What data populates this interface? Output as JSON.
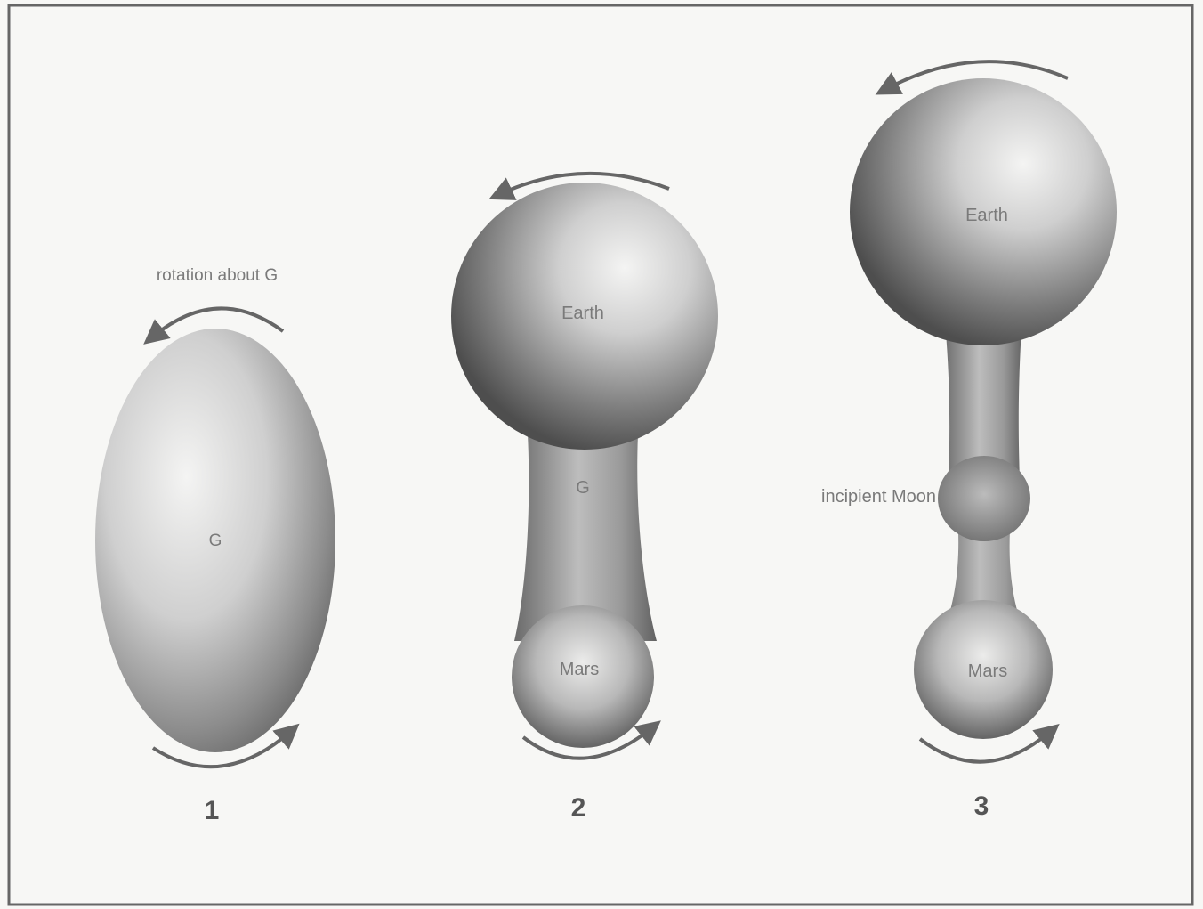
{
  "stages": [
    {
      "number": "1",
      "caption": "rotation about G",
      "center_label": "G"
    },
    {
      "number": "2",
      "top_label": "Earth",
      "center_label": "G",
      "bottom_label": "Mars"
    },
    {
      "number": "3",
      "top_label": "Earth",
      "middle_label": "incipient Moon",
      "bottom_label": "Mars"
    }
  ],
  "colors": {
    "background": "#f7f7f5",
    "frame": "#666666",
    "arrow": "#666666",
    "body_light": "#f2f2f2",
    "body_dark": "#5a5a5a"
  }
}
